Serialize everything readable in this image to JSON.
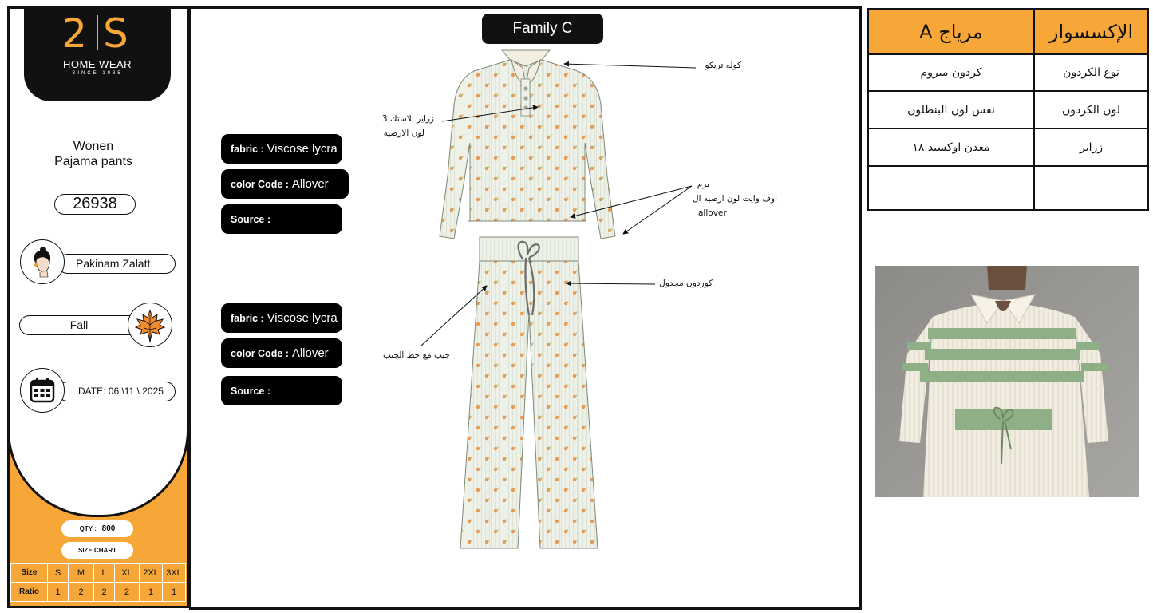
{
  "brand": {
    "logo_text": "2S",
    "name": "HOME WEAR",
    "since": "SINCE 1985"
  },
  "product": {
    "title_line1": "Wonen",
    "title_line2": "Pajama pants",
    "style_number": "26938"
  },
  "designer": {
    "name": "Pakinam Zalatt",
    "icon": "designer-avatar-icon"
  },
  "season": {
    "name": "Fall",
    "icon": "maple-leaf-icon"
  },
  "date": {
    "label": "DATE: 06 \\11 \\ 2025",
    "icon": "calendar-icon"
  },
  "quantity": {
    "label": "QTY :",
    "value": "800"
  },
  "size_chart": {
    "title": "SIZE CHART",
    "size_label": "Size",
    "ratio_label": "Ratio",
    "sizes": [
      "S",
      "M",
      "L",
      "XL",
      "2XL",
      "3XL"
    ],
    "ratios": [
      "1",
      "2",
      "2",
      "2",
      "1",
      "1"
    ]
  },
  "family": "Family C",
  "top_specs": [
    {
      "key": "fabric :",
      "value": "Viscose lycra"
    },
    {
      "key": "color Code :",
      "value": "Allover"
    },
    {
      "key": "Source :",
      "value": ""
    }
  ],
  "bottom_specs": [
    {
      "key": "fabric :",
      "value": "Viscose lycra"
    },
    {
      "key": "color Code :",
      "value": "Allover"
    },
    {
      "key": "Source :",
      "value": ""
    }
  ],
  "callouts": {
    "collar": "كوله تريكو",
    "buttons_line1": "زراير بلاستك 3",
    "buttons_line2": "لون الارضيه",
    "hem_line1": "برم",
    "hem_line2": "اوف وايت لون ارضيه ال",
    "hem_line3": "allover",
    "drawcord": "كوردون مجدول",
    "pocket": "جيب مع خط الجنب"
  },
  "accessories": {
    "header_col1": "الإكسسوار",
    "header_col2": "مرياج A",
    "rows": [
      {
        "name": "نوع الكردون",
        "value": "كردون مبروم"
      },
      {
        "name": "لون الكردون",
        "value": "نفس لون البنطلون"
      },
      {
        "name": "زراير",
        "value": "معدن اوكسيد ١٨"
      },
      {
        "name": "",
        "value": ""
      }
    ]
  },
  "colors": {
    "accent": "#f7a737",
    "dark": "#111111",
    "garment_base": "#edf1e7",
    "print_orange": "#e79a56",
    "photo_stripe": "#8fb086"
  }
}
